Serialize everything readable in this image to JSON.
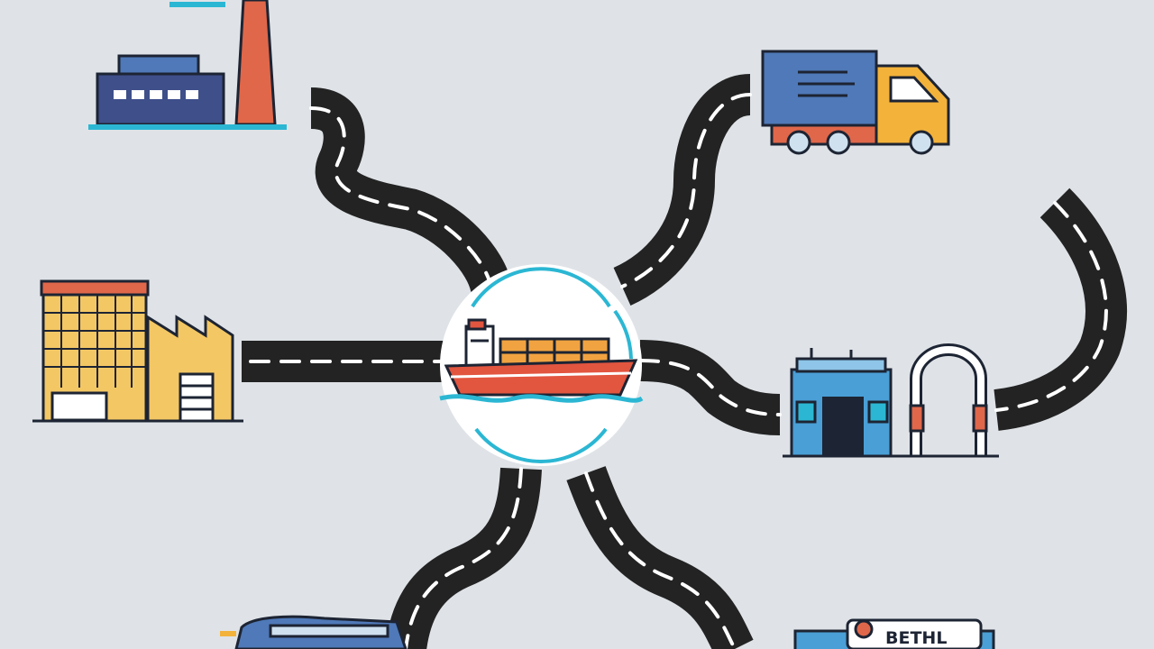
{
  "diagram": {
    "background": "#dfe3e7",
    "hub": {
      "icon": "cargo-ship-icon",
      "ring_color": "#2bb7d3"
    },
    "spokes": [
      {
        "name": "factory-top-left",
        "icon": "factory-smokestack-icon"
      },
      {
        "name": "warehouse-left",
        "icon": "warehouse-building-icon"
      },
      {
        "name": "delivery-truck",
        "icon": "delivery-truck-icon"
      },
      {
        "name": "customs-checkpoint",
        "icon": "customs-gate-icon"
      },
      {
        "name": "freight-train",
        "icon": "train-icon"
      },
      {
        "name": "destination-sign",
        "icon": "sign-board-icon"
      }
    ],
    "sign_label": "BETHL",
    "colors": {
      "road": "#232323",
      "lane": "#ffffff",
      "ship_hull": "#e2553f",
      "containers": "#f1a341",
      "truck_cab": "#f3b23a",
      "truck_box": "#4f79b8",
      "water": "#2bb7d3"
    }
  }
}
